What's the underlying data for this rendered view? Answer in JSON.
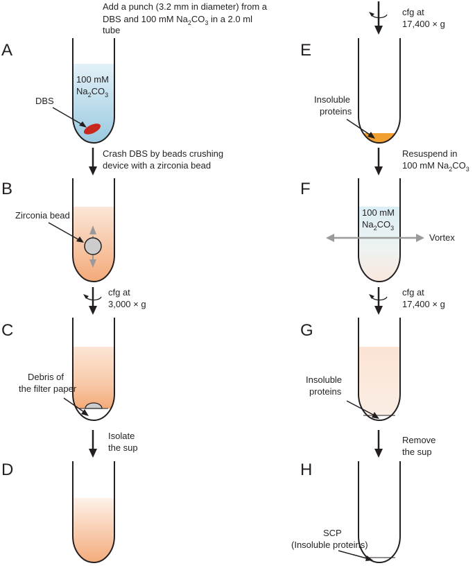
{
  "top_instruction": [
    "Add a punch (3.2 mm in diameter) from a",
    "DBS and  100 mM Na",
    "2",
    "CO",
    "3",
    " in a 2.0 ml",
    "tube"
  ],
  "panels": {
    "A": "A",
    "B": "B",
    "C": "C",
    "D": "D",
    "E": "E",
    "F": "F",
    "G": "G",
    "H": "H"
  },
  "labels": {
    "a_buffer_line1": "100 mM",
    "a_buffer_na": "Na",
    "a_buffer_sub1": "2",
    "a_buffer_co": "CO",
    "a_buffer_sub2": "3",
    "dbs": "DBS",
    "step_ab_line1": "Crash DBS by beads crushing",
    "step_ab_line2": "device with a zirconia bead",
    "zirconia_bead": "Zirconia bead",
    "cfg_c_line1": "cfg at",
    "cfg_c_line2": "3,000 × g",
    "debris_line1": "Debris of",
    "debris_line2": "the filter paper",
    "isolate_line1": "Isolate",
    "isolate_line2": "the sup",
    "cfg_e_line1": "cfg at",
    "cfg_e_line2": "17,400 × g",
    "insoluble_e_line1": "Insoluble",
    "insoluble_e_line2": "proteins",
    "resuspend_line1": "Resuspend in",
    "resuspend_line2a": "100 mM Na",
    "resuspend_sub1": "2",
    "resuspend_co": "CO",
    "resuspend_sub2": "3",
    "f_buffer_line1": "100 mM",
    "f_buffer_na": "Na",
    "f_buffer_sub1": "2",
    "f_buffer_co": "CO",
    "f_buffer_sub2": "3",
    "vortex": "Vortex",
    "cfg_g_line1": "cfg at",
    "cfg_g_line2": "17,400 × g",
    "insoluble_g_line1": "Insoluble",
    "insoluble_g_line2": "proteins",
    "remove_line1": "Remove",
    "remove_line2": "the sup",
    "scp_line1": "SCP",
    "scp_line2": "(Insoluble proteins)"
  },
  "colors": {
    "outline": "#231f20",
    "buffer_blue": "#8fc4dc",
    "lysate_orange": "#f2a36e",
    "dbs_red": "#c8281e",
    "bead_gray": "#cccccc",
    "arrow_gray": "#9a9a9a",
    "pellet_orange": "#f0a030"
  }
}
